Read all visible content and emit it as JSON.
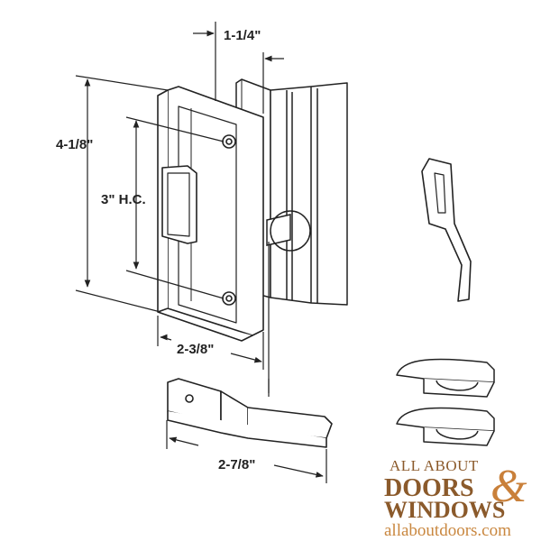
{
  "dimensions": {
    "width": "1-1/4\"",
    "height": "4-1/8\"",
    "hole_center": "3\" H.C.",
    "body_width": "2-3/8\"",
    "strike_width": "2-7/8\""
  },
  "watermark": {
    "line1": "ALL ABOUT",
    "line2": "DOORS",
    "ampersand": "&",
    "line3": "WINDOWS",
    "url": "allaboutdoors.com"
  },
  "colors": {
    "line": "#222222",
    "brand_brown": "#8b5a2b",
    "brand_orange": "#c9803a",
    "brand_url": "#c9873f"
  }
}
